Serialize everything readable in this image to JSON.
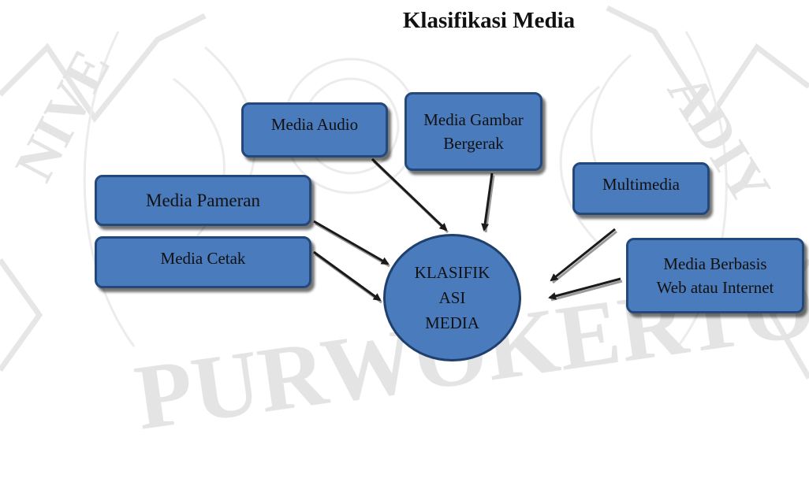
{
  "title": "Klasifikasi Media",
  "center": {
    "lines": [
      "KLASIFIK",
      "ASI",
      "MEDIA"
    ]
  },
  "nodes": [
    {
      "id": "media-audio",
      "lines": [
        "Media Audio"
      ]
    },
    {
      "id": "media-gambar-bergerak",
      "lines": [
        "Media Gambar",
        "Bergerak"
      ]
    },
    {
      "id": "multimedia",
      "lines": [
        "Multimedia"
      ]
    },
    {
      "id": "media-pameran",
      "lines": [
        "Media Pameran"
      ]
    },
    {
      "id": "media-cetak",
      "lines": [
        "Media Cetak"
      ]
    },
    {
      "id": "media-berbasis-web",
      "lines": [
        "Media Berbasis",
        "Web atau Internet"
      ]
    }
  ],
  "watermark": {
    "top_text": "UNIVERSITAS MUHAMMADIYAH",
    "bottom_text": "PURWOKERTO"
  },
  "colors": {
    "node_fill": "#4a7bbd",
    "node_border": "#23487a",
    "arrow": "#1a1a1a",
    "watermark": "#e4e4e4"
  }
}
